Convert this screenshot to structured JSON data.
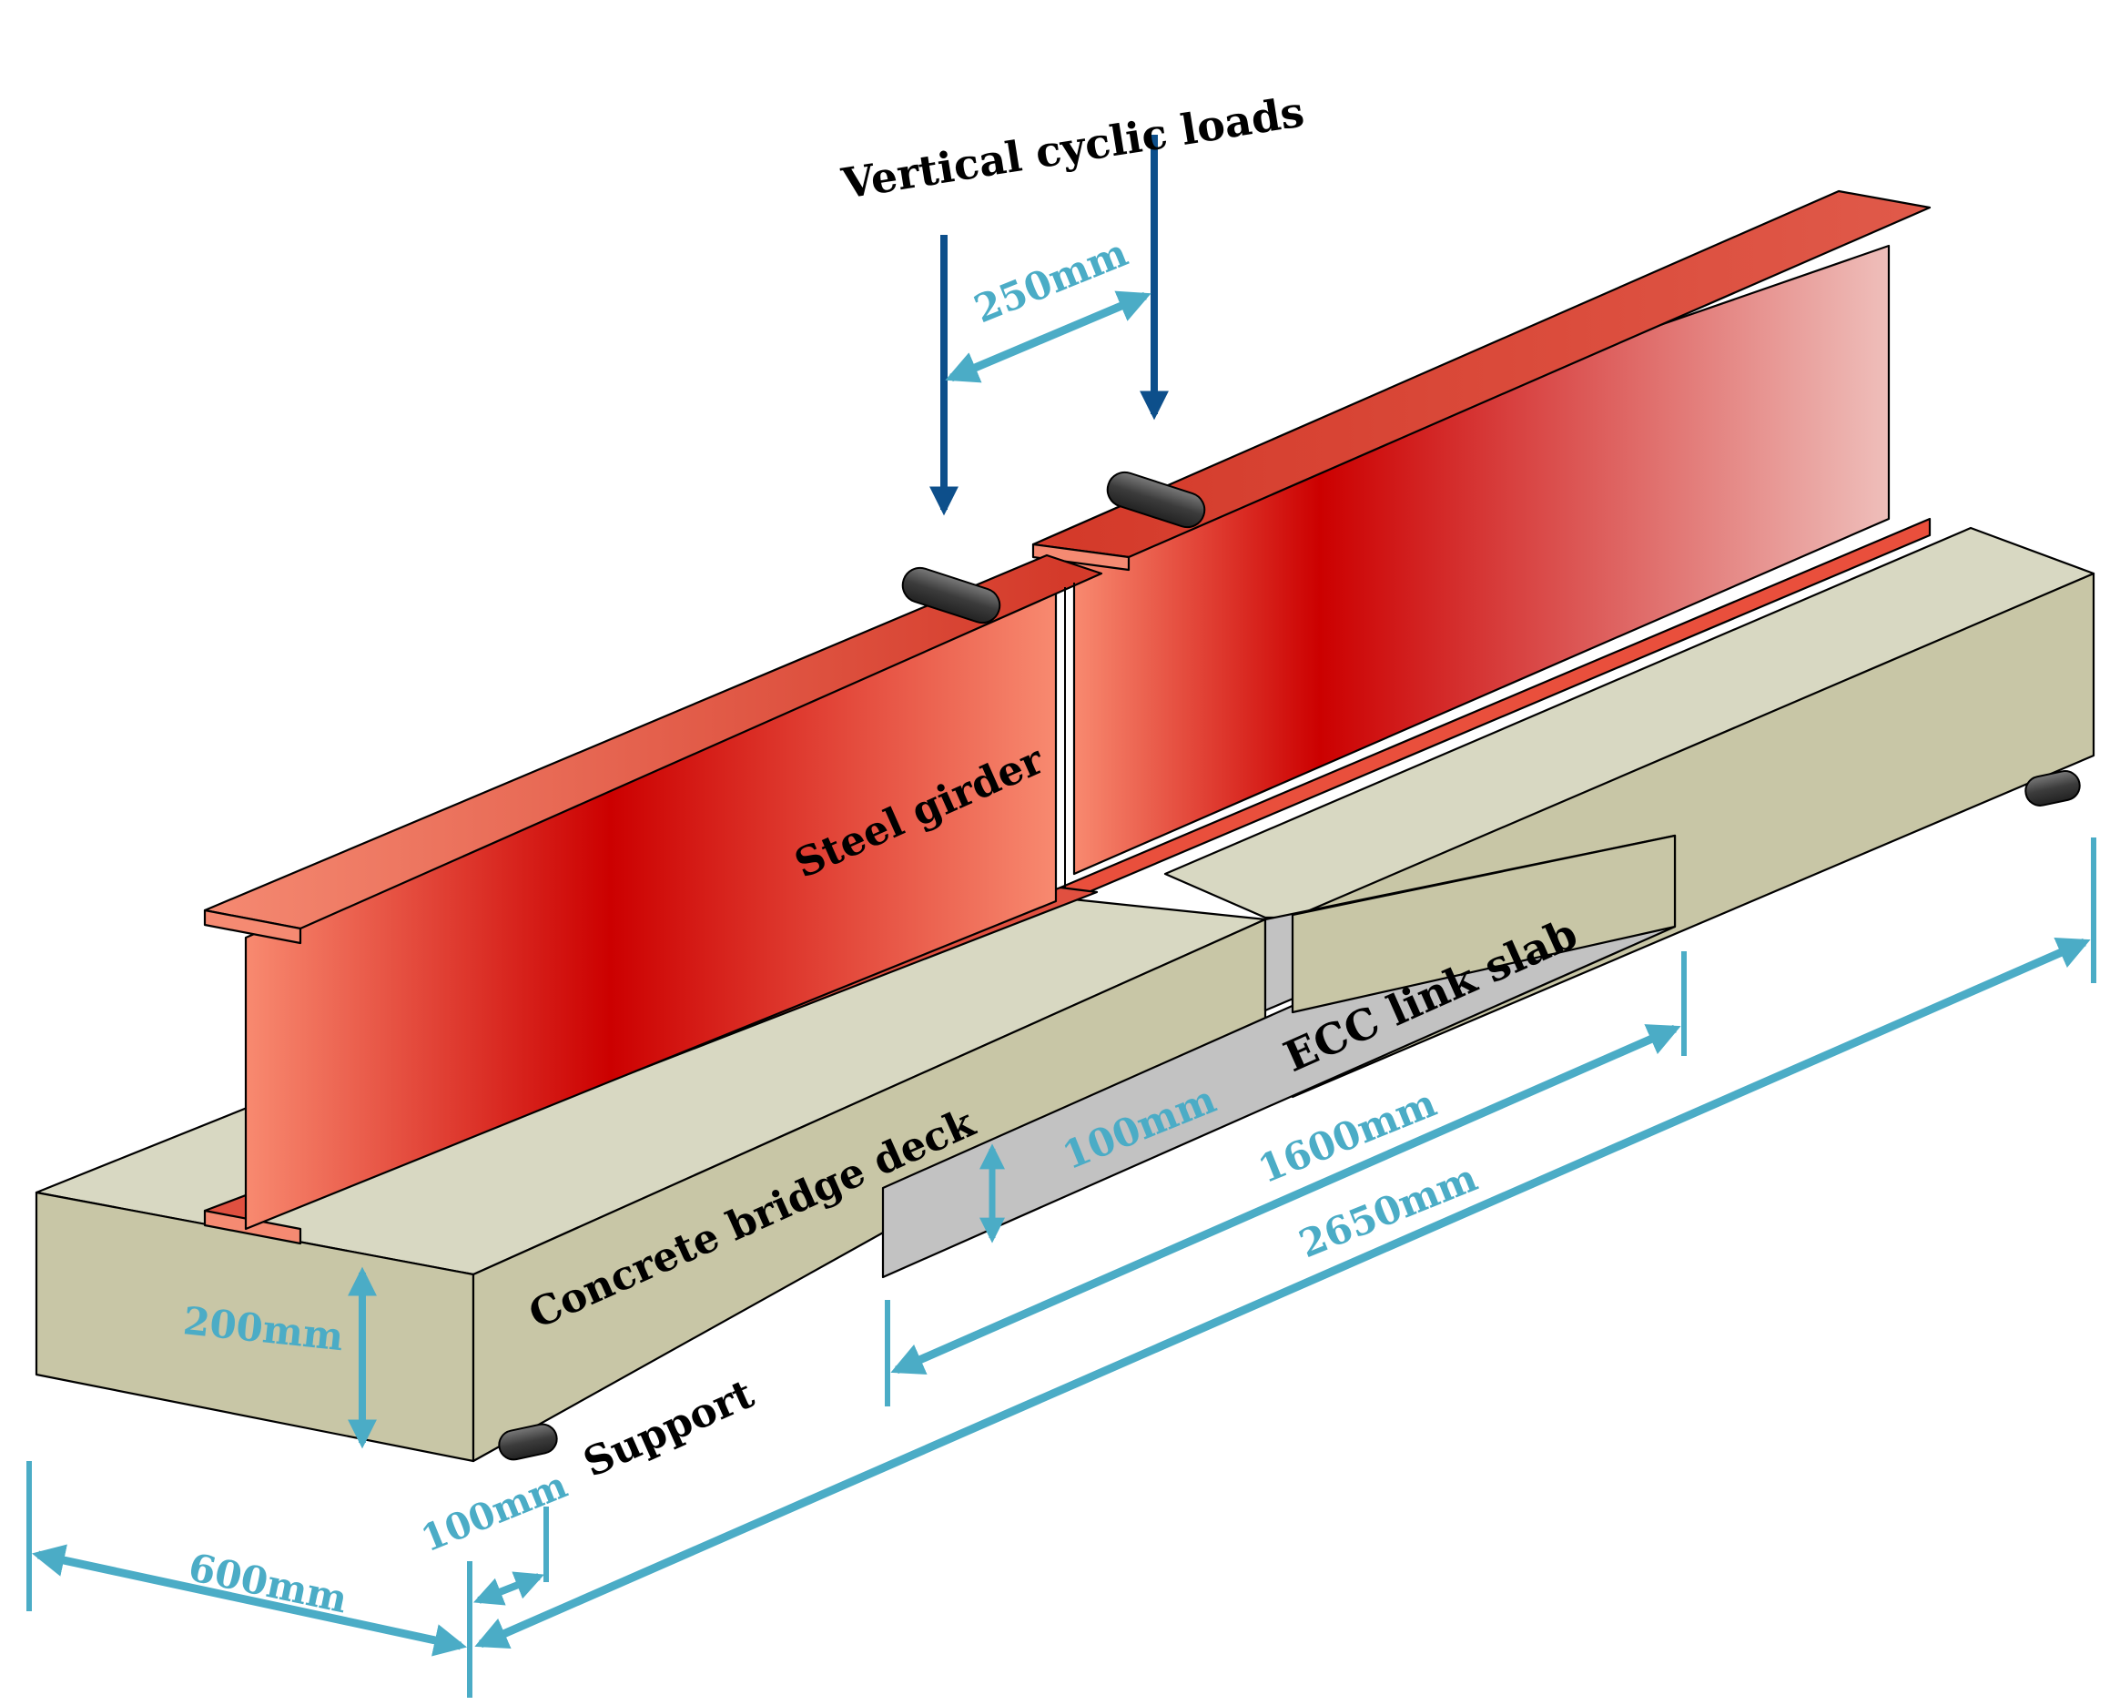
{
  "colors": {
    "dimension": "#4bacc6",
    "load_arrow": "#0d4f8b",
    "concrete_top": "#d8d8c2",
    "concrete_side": "#c8c6a6",
    "link_slab": "#c2c2c2",
    "steel_dark": "#cc0000",
    "steel_light": "#f88a70",
    "roller": "#4a4a4a"
  },
  "labels": {
    "vertical_loads": "Vertical cyclic loads",
    "steel_girder": "Steel girder",
    "ecc_link_slab": "ECC link slab",
    "concrete_deck": "Concrete bridge deck",
    "support": "Support"
  },
  "dimensions": {
    "load_spacing": "250mm",
    "slab_thickness": "100mm",
    "slab_length": "1600mm",
    "total_length": "2650mm",
    "deck_depth": "200mm",
    "deck_width": "600mm",
    "support_offset": "100mm"
  }
}
